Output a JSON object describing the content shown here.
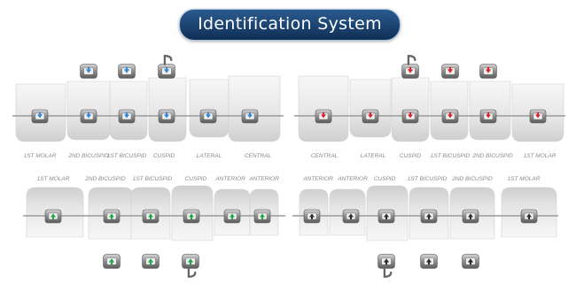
{
  "title": "Identification System",
  "colors": {
    "upper_right": "#2f87d6",
    "upper_left": "#d9232b",
    "lower_left": "#1fa64a",
    "lower_right": "#2b2b2b"
  },
  "upper_labels": [
    "1ST MOLAR",
    "2ND BICUSPID",
    "1ST BICUSPID",
    "CUSPID",
    "LATERAL",
    "CENTRAL",
    "CENTRAL",
    "LATERAL",
    "CUSPID",
    "1ST BICUSPID",
    "2ND BICUSPID",
    "1ST MOLAR"
  ],
  "lower_labels": [
    "1ST MOLAR",
    "2ND BICUSPID",
    "1ST BICUSPID",
    "CUSPID",
    "ANTERIOR",
    "ANTERIOR",
    "ANTERIOR",
    "ANTERIOR",
    "CUSPID",
    "1ST BICUSPID",
    "2ND BICUSPID",
    "1ST MOLAR"
  ],
  "upper_brackets": [
    {
      "id": "u-r-molar",
      "color_key": "upper_right",
      "hook": false
    },
    {
      "id": "u-r-2nd-bicuspid",
      "color_key": "upper_right",
      "hook": false
    },
    {
      "id": "u-r-1st-bicuspid",
      "color_key": "upper_right",
      "hook": false
    },
    {
      "id": "u-r-cuspid",
      "color_key": "upper_right",
      "hook": false
    },
    {
      "id": "u-r-lateral",
      "color_key": "upper_right",
      "hook": false
    },
    {
      "id": "u-r-central",
      "color_key": "upper_right",
      "hook": false
    },
    {
      "id": "u-l-central",
      "color_key": "upper_left",
      "hook": false
    },
    {
      "id": "u-l-lateral",
      "color_key": "upper_left",
      "hook": false
    },
    {
      "id": "u-l-cuspid",
      "color_key": "upper_left",
      "hook": false
    },
    {
      "id": "u-l-1st-bicuspid",
      "color_key": "upper_left",
      "hook": false
    },
    {
      "id": "u-l-2nd-bicuspid",
      "color_key": "upper_left",
      "hook": false
    },
    {
      "id": "u-l-molar",
      "color_key": "upper_left",
      "hook": false
    }
  ],
  "upper_loose": [
    {
      "id": "u-r-2nd-bicuspid-alt",
      "color_key": "upper_right",
      "hook": false
    },
    {
      "id": "u-r-1st-bicuspid-alt",
      "color_key": "upper_right",
      "hook": false
    },
    {
      "id": "u-r-cuspid-alt",
      "color_key": "upper_right",
      "hook": true
    },
    {
      "id": "u-l-cuspid-alt",
      "color_key": "upper_left",
      "hook": true
    },
    {
      "id": "u-l-1st-bicuspid-alt",
      "color_key": "upper_left",
      "hook": false
    },
    {
      "id": "u-l-2nd-bicuspid-alt",
      "color_key": "upper_left",
      "hook": false
    }
  ],
  "lower_brackets": [
    {
      "id": "l-r-molar",
      "color_key": "lower_left",
      "hook": false
    },
    {
      "id": "l-r-2nd-bicuspid",
      "color_key": "lower_left",
      "hook": false
    },
    {
      "id": "l-r-1st-bicuspid",
      "color_key": "lower_left",
      "hook": false
    },
    {
      "id": "l-r-cuspid",
      "color_key": "lower_left",
      "hook": false
    },
    {
      "id": "l-r-anterior-1",
      "color_key": "lower_left",
      "hook": false
    },
    {
      "id": "l-r-anterior-2",
      "color_key": "lower_left",
      "hook": false
    },
    {
      "id": "l-l-anterior-1",
      "color_key": "lower_right",
      "hook": false
    },
    {
      "id": "l-l-anterior-2",
      "color_key": "lower_right",
      "hook": false
    },
    {
      "id": "l-l-cuspid",
      "color_key": "lower_right",
      "hook": false
    },
    {
      "id": "l-l-1st-bicuspid",
      "color_key": "lower_right",
      "hook": false
    },
    {
      "id": "l-l-2nd-bicuspid",
      "color_key": "lower_right",
      "hook": false
    },
    {
      "id": "l-l-molar",
      "color_key": "lower_right",
      "hook": false
    }
  ],
  "lower_loose": [
    {
      "id": "l-r-2nd-bicuspid-alt",
      "color_key": "lower_left",
      "hook": false
    },
    {
      "id": "l-r-1st-bicuspid-alt",
      "color_key": "lower_left",
      "hook": false
    },
    {
      "id": "l-r-cuspid-alt",
      "color_key": "lower_left",
      "hook": true
    },
    {
      "id": "l-l-cuspid-alt",
      "color_key": "lower_right",
      "hook": true
    },
    {
      "id": "l-l-1st-bicuspid-alt",
      "color_key": "lower_right",
      "hook": false
    },
    {
      "id": "l-l-2nd-bicuspid-alt",
      "color_key": "lower_right",
      "hook": false
    }
  ]
}
